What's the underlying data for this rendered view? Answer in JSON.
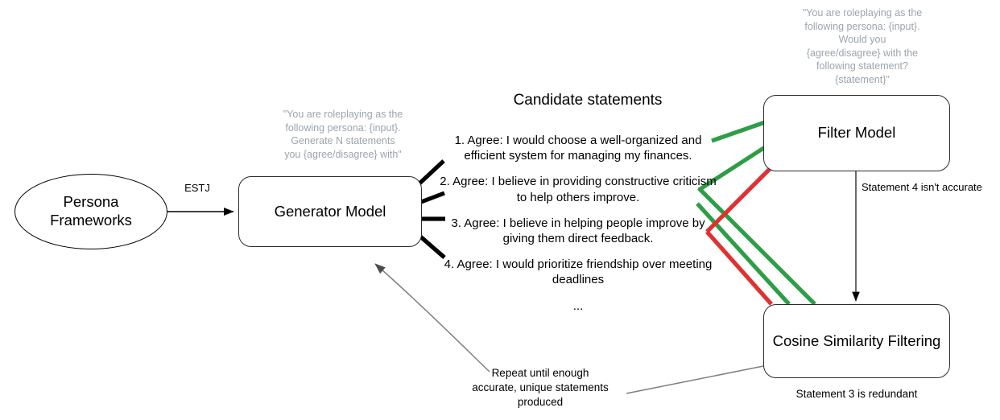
{
  "diagram": {
    "title": "Persona statement generation and filtering pipeline",
    "colors": {
      "accept": "#2e9e46",
      "reject": "#e03131",
      "prompt_text": "#9aa5ad",
      "box_stroke": "#2b2b2b",
      "feedback_arrow": "#7f7f7f"
    }
  },
  "nodes": {
    "persona": {
      "label": "Persona\nFrameworks"
    },
    "generator": {
      "label": "Generator Model"
    },
    "filter": {
      "label": "Filter Model"
    },
    "cosine": {
      "label": "Cosine Similarity Filtering"
    }
  },
  "prompts": {
    "generator_prompt": "\"You are roleplaying as the\nfollowing persona: {input}.\nGenerate N statements\nyou {agree/disagree} with\"",
    "filter_prompt": "\"You are roleplaying as the\nfollowing persona: {input}.\nWould you\n{agree/disagree} with the\nfollowing statement?\n{statement}\""
  },
  "edges": {
    "persona_to_generator": "ESTJ",
    "filter_to_cosine": "Statement 4 isn't accurate",
    "cosine_caption": "Statement 3 is redundant",
    "feedback_loop": "Repeat until enough\naccurate, unique statements\nproduced"
  },
  "statements": {
    "heading": "Candidate statements",
    "items": [
      {
        "index": "1.",
        "text": "1. Agree: I would choose a well-organized and efficient system for managing my finances.",
        "verdict": "accept"
      },
      {
        "index": "2.",
        "text": "2. Agree: I believe in providing constructive criticism to help others improve.",
        "verdict": "accept"
      },
      {
        "index": "3.",
        "text": "3. Agree: I believe in helping people improve by giving them direct feedback.",
        "verdict": "accept-redundant"
      },
      {
        "index": "4.",
        "text": "4. Agree: I would prioritize friendship over meeting deadlines",
        "verdict": "reject"
      },
      {
        "index": "",
        "text": "...",
        "verdict": "none"
      }
    ]
  }
}
